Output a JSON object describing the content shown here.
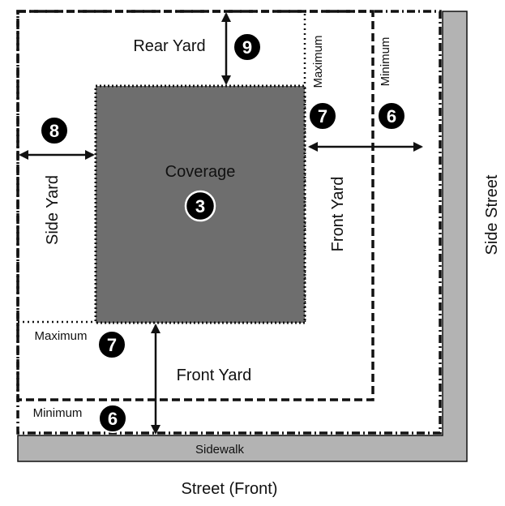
{
  "colors": {
    "pavement": "#b3b3b3",
    "building": "#6e6e6e",
    "ink": "#111111",
    "badge_fill": "#000000",
    "badge_text": "#ffffff"
  },
  "labels": {
    "rear_yard": "Rear Yard",
    "side_yard": "Side Yard",
    "front_yard_bottom": "Front Yard",
    "front_yard_right": "Front Yard",
    "side_street": "Side Street",
    "sidewalk": "Sidewalk",
    "street_front": "Street (Front)",
    "coverage": "Coverage",
    "maximum_bottom": "Maximum",
    "minimum_bottom": "Minimum",
    "maximum_right": "Maximum",
    "minimum_right": "Minimum"
  },
  "badges": {
    "rear_yard_setback": "9",
    "side_yard_setback": "8",
    "max_front_setback_right": "7",
    "min_front_setback_right": "6",
    "coverage": "3",
    "max_front_setback_bottom": "7",
    "min_front_setback_bottom": "6"
  }
}
